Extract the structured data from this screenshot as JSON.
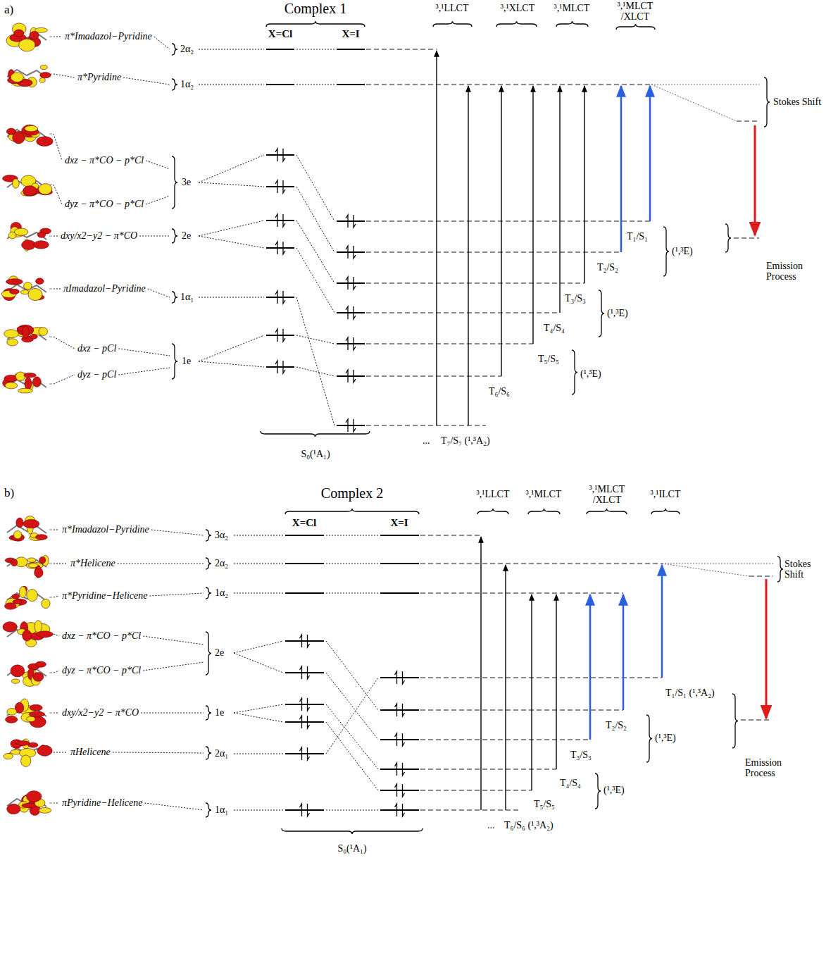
{
  "diagram": {
    "labels": [
      "a)",
      "Complex 1",
      "X=Cl",
      "X=I",
      "³,¹LLCT",
      "³,¹XLCT",
      "³,¹MLCT",
      "³,¹MLCT /XLCT",
      "π*Imadazol−Pyridine",
      "2α₂",
      "π*Pyridine",
      "1α₂",
      "dxz − π*CO − p*Cl",
      "dyz − π*CO − p*Cl",
      "3e",
      "dxy/x2−y2 − π*CO",
      "2e",
      "πImadazol−Pyridine",
      "1α₁",
      "dxz − pCl",
      "dyz − pCl",
      "1e",
      "S₀(¹A₁)",
      "Stokes Shift",
      "Emission Process",
      "T₁/S₁",
      "T₂/S₂",
      "(¹,³E)",
      "T₃/S₃",
      "T₄/S₄",
      "(¹,³E)",
      "T₅/S₅",
      "T₆/S₆",
      "(¹,³E)",
      "...",
      "T₇/S₇ (¹,³A₂)",
      "b)",
      "Complex 2",
      "X=Cl",
      "X=I",
      "³,¹LLCT",
      "³,¹MLCT",
      "³,¹MLCT /XLCT",
      "³,¹ILCT",
      "π*Imadazol−Pyridine",
      "3α₂",
      "π*Helicene",
      "2α₂",
      "π*Pyridine−Helicene",
      "1α₂",
      "dxz − π*CO − p*Cl",
      "dyz − π*CO − p*Cl",
      "2e",
      "dxy/x2−y2 − π*CO",
      "1e",
      "πHelicene",
      "2α₁",
      "πPyridine−Helicene",
      "1α₁",
      "S₀(¹A₁)",
      "Stokes Shift",
      "Emission Process",
      "T₁/S₁ (¹,³A₂)",
      "T₂/S₂",
      "(¹,³E)",
      "T₃/S₃",
      "T₄/S₄",
      "(¹,³E)",
      "T₅/S₅",
      "...",
      "T₆/S₆ (¹,³A₂)"
    ]
  }
}
